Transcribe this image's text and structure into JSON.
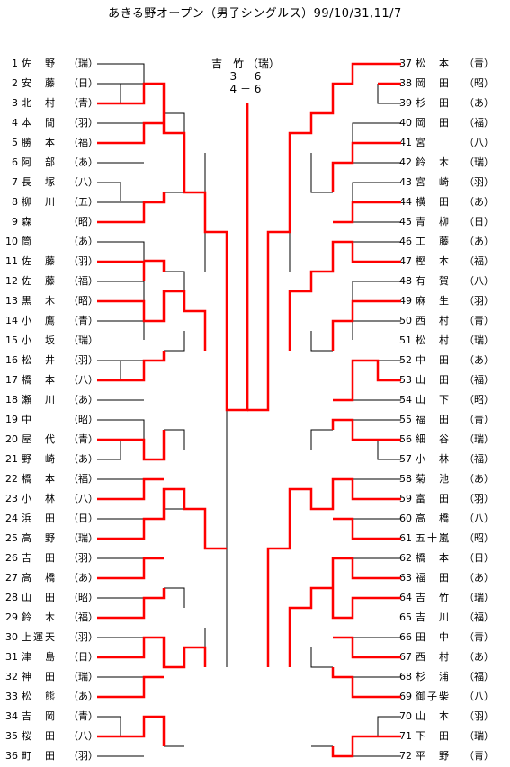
{
  "title": "あきる野オープン（男子シングルス）99/10/31,11/7",
  "final": {
    "champion": "吉　竹",
    "club": "（瑞）",
    "score1": "3 － 6",
    "score2": "4 － 6"
  },
  "left_players": [
    {
      "num": "1",
      "name": "佐　野",
      "club": "（瑞）"
    },
    {
      "num": "2",
      "name": "安　藤",
      "club": "（日）"
    },
    {
      "num": "3",
      "name": "北　村",
      "club": "（青）"
    },
    {
      "num": "4",
      "name": "本　間",
      "club": "（羽）"
    },
    {
      "num": "5",
      "name": "勝　本",
      "club": "（福）"
    },
    {
      "num": "6",
      "name": "阿　部",
      "club": "（あ）"
    },
    {
      "num": "7",
      "name": "長　塚",
      "club": "（八）"
    },
    {
      "num": "8",
      "name": "柳　川",
      "club": "（五）"
    },
    {
      "num": "9",
      "name": "森",
      "club": "（昭）"
    },
    {
      "num": "10",
      "name": "筒",
      "club": "（あ）"
    },
    {
      "num": "11",
      "name": "佐　藤",
      "club": "（羽）"
    },
    {
      "num": "12",
      "name": "佐　藤",
      "club": "（福）"
    },
    {
      "num": "13",
      "name": "黒　木",
      "club": "（昭）"
    },
    {
      "num": "14",
      "name": "小　鷹",
      "club": "（青）"
    },
    {
      "num": "15",
      "name": "小　坂",
      "club": "（瑞）"
    },
    {
      "num": "16",
      "name": "松　井",
      "club": "（羽）"
    },
    {
      "num": "17",
      "name": "橋　本",
      "club": "（八）"
    },
    {
      "num": "18",
      "name": "瀬　川",
      "club": "（あ）"
    },
    {
      "num": "19",
      "name": "中",
      "club": "（昭）"
    },
    {
      "num": "20",
      "name": "屋　代",
      "club": "（青）"
    },
    {
      "num": "21",
      "name": "野　崎",
      "club": "（あ）"
    },
    {
      "num": "22",
      "name": "橋　本",
      "club": "（福）"
    },
    {
      "num": "23",
      "name": "小　林",
      "club": "（八）"
    },
    {
      "num": "24",
      "name": "浜　田",
      "club": "（日）"
    },
    {
      "num": "25",
      "name": "高　野",
      "club": "（瑞）"
    },
    {
      "num": "26",
      "name": "吉　田",
      "club": "（羽）"
    },
    {
      "num": "27",
      "name": "高　橋",
      "club": "（あ）"
    },
    {
      "num": "28",
      "name": "山　田",
      "club": "（昭）"
    },
    {
      "num": "29",
      "name": "鈴　木",
      "club": "（福）"
    },
    {
      "num": "30",
      "name": "上運天",
      "club": "（羽）"
    },
    {
      "num": "31",
      "name": "津　島",
      "club": "（日）"
    },
    {
      "num": "32",
      "name": "神　田",
      "club": "（瑞）"
    },
    {
      "num": "33",
      "name": "松　熊",
      "club": "（あ）"
    },
    {
      "num": "34",
      "name": "吉　岡",
      "club": "（青）"
    },
    {
      "num": "35",
      "name": "桜　田",
      "club": "（八）"
    },
    {
      "num": "36",
      "name": "町　田",
      "club": "（羽）"
    }
  ],
  "right_players": [
    {
      "num": "37",
      "name": "松　本",
      "club": "（青）"
    },
    {
      "num": "38",
      "name": "岡　田",
      "club": "（昭）"
    },
    {
      "num": "39",
      "name": "杉　田",
      "club": "（あ）"
    },
    {
      "num": "40",
      "name": "岡　田",
      "club": "（福）"
    },
    {
      "num": "41",
      "name": "宮",
      "club": "（八）"
    },
    {
      "num": "42",
      "name": "鈴　木",
      "club": "（瑞）"
    },
    {
      "num": "43",
      "name": "宮　崎",
      "club": "（羽）"
    },
    {
      "num": "44",
      "name": "横　田",
      "club": "（あ）"
    },
    {
      "num": "45",
      "name": "青　柳",
      "club": "（日）"
    },
    {
      "num": "46",
      "name": "工　藤",
      "club": "（あ）"
    },
    {
      "num": "47",
      "name": "樫　本",
      "club": "（福）"
    },
    {
      "num": "48",
      "name": "有　賀",
      "club": "（八）"
    },
    {
      "num": "49",
      "name": "麻　生",
      "club": "（羽）"
    },
    {
      "num": "50",
      "name": "西　村",
      "club": "（青）"
    },
    {
      "num": "51",
      "name": "松　村",
      "club": "（瑞）"
    },
    {
      "num": "52",
      "name": "中　田",
      "club": "（あ）"
    },
    {
      "num": "53",
      "name": "山　田",
      "club": "（福）"
    },
    {
      "num": "54",
      "name": "山　下",
      "club": "（昭）"
    },
    {
      "num": "55",
      "name": "福　田",
      "club": "（青）"
    },
    {
      "num": "56",
      "name": "細　谷",
      "club": "（瑞）"
    },
    {
      "num": "57",
      "name": "小　林",
      "club": "（福）"
    },
    {
      "num": "58",
      "name": "菊　池",
      "club": "（あ）"
    },
    {
      "num": "59",
      "name": "富　田",
      "club": "（羽）"
    },
    {
      "num": "60",
      "name": "高　橋",
      "club": "（八）"
    },
    {
      "num": "61",
      "name": "五十嵐",
      "club": "（昭）"
    },
    {
      "num": "62",
      "name": "橋　本",
      "club": "（日）"
    },
    {
      "num": "63",
      "name": "福　田",
      "club": "（あ）"
    },
    {
      "num": "64",
      "name": "吉　竹",
      "club": "（瑞）"
    },
    {
      "num": "65",
      "name": "吉　川",
      "club": "（福）"
    },
    {
      "num": "66",
      "name": "田　中",
      "club": "（青）"
    },
    {
      "num": "67",
      "name": "西　村",
      "club": "（あ）"
    },
    {
      "num": "68",
      "name": "杉　浦",
      "club": "（福）"
    },
    {
      "num": "69",
      "name": "御子柴",
      "club": "（八）"
    },
    {
      "num": "70",
      "name": "山　本",
      "club": "（羽）"
    },
    {
      "num": "71",
      "name": "下　田",
      "club": "（瑞）"
    },
    {
      "num": "72",
      "name": "平　野",
      "club": "（青）"
    }
  ],
  "colors": {
    "winner_line": "#ff0000",
    "loser_line": "#000000"
  }
}
